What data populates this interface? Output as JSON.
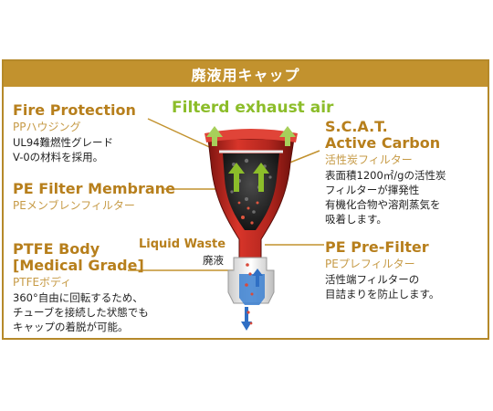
{
  "banner": {
    "title": "廃液用キャップ"
  },
  "exhaust_label": "Filterd exhaust air",
  "fire": {
    "title": "Fire Protection",
    "sub": "PPハウジング",
    "lines": [
      "UL94難燃性グレード",
      "V-0の材料を採用。"
    ]
  },
  "membrane": {
    "title": "PE Filter Membrane",
    "sub": "PEメンブレンフィルター"
  },
  "ptfe": {
    "title1": "PTFE Body",
    "title2": "[Medical Grade]",
    "sub": "PTFEボディ",
    "lines": [
      "360°自由に回転するため、",
      "チューブを接続した状態でも",
      "キャップの着脱が可能。"
    ]
  },
  "scat": {
    "title1": "S.C.A.T.",
    "title2": "Active Carbon",
    "sub": "活性炭フィルター",
    "lines": [
      "表面積1200㎡/gの活性炭",
      "フィルターが揮発性",
      "有機化合物や溶剤蒸気を",
      "吸着します。"
    ]
  },
  "liquid": {
    "title": "Liquid Waste",
    "sub": "廃液"
  },
  "prefilter": {
    "title": "PE Pre-Filter",
    "sub": "PEプレフィルター",
    "lines": [
      "活性端フィルターの",
      "目詰まりを防止します。"
    ]
  },
  "colors": {
    "gold": "#c2922e",
    "heading": "#b77f1c",
    "green": "#8cbd2a",
    "red": "#b3261e",
    "blue": "#3a7fd0"
  }
}
